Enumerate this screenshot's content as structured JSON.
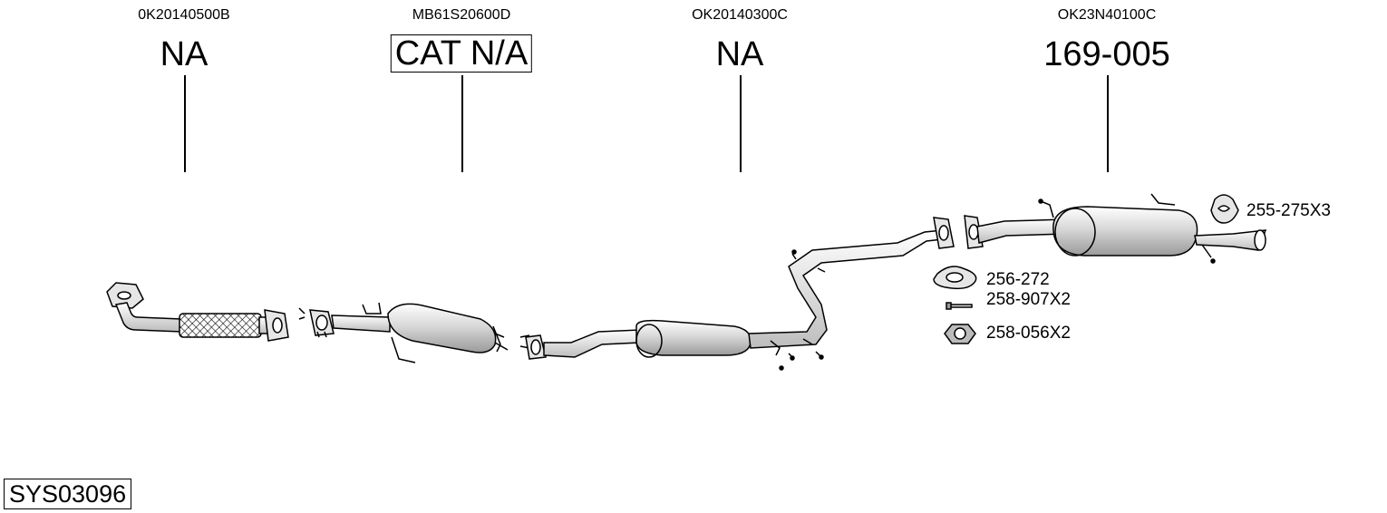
{
  "diagram": {
    "sections": [
      {
        "oem": "0K20140500B",
        "part": "NA",
        "boxed": false
      },
      {
        "oem": "MB61S20600D",
        "part": "CAT N/A",
        "boxed": true
      },
      {
        "oem": "OK20140300C",
        "part": "NA",
        "boxed": false
      },
      {
        "oem": "OK23N40100C",
        "part": "169-005",
        "boxed": false
      }
    ],
    "accessories": [
      {
        "label": "255-275X3",
        "icon": "hanger-rubber-icon"
      },
      {
        "label": "256-272",
        "icon": "gasket-icon"
      },
      {
        "label": "258-907X2",
        "icon": "bolt-icon"
      },
      {
        "label": "258-056X2",
        "icon": "hex-nut-icon"
      }
    ],
    "system_code": "SYS03096"
  }
}
